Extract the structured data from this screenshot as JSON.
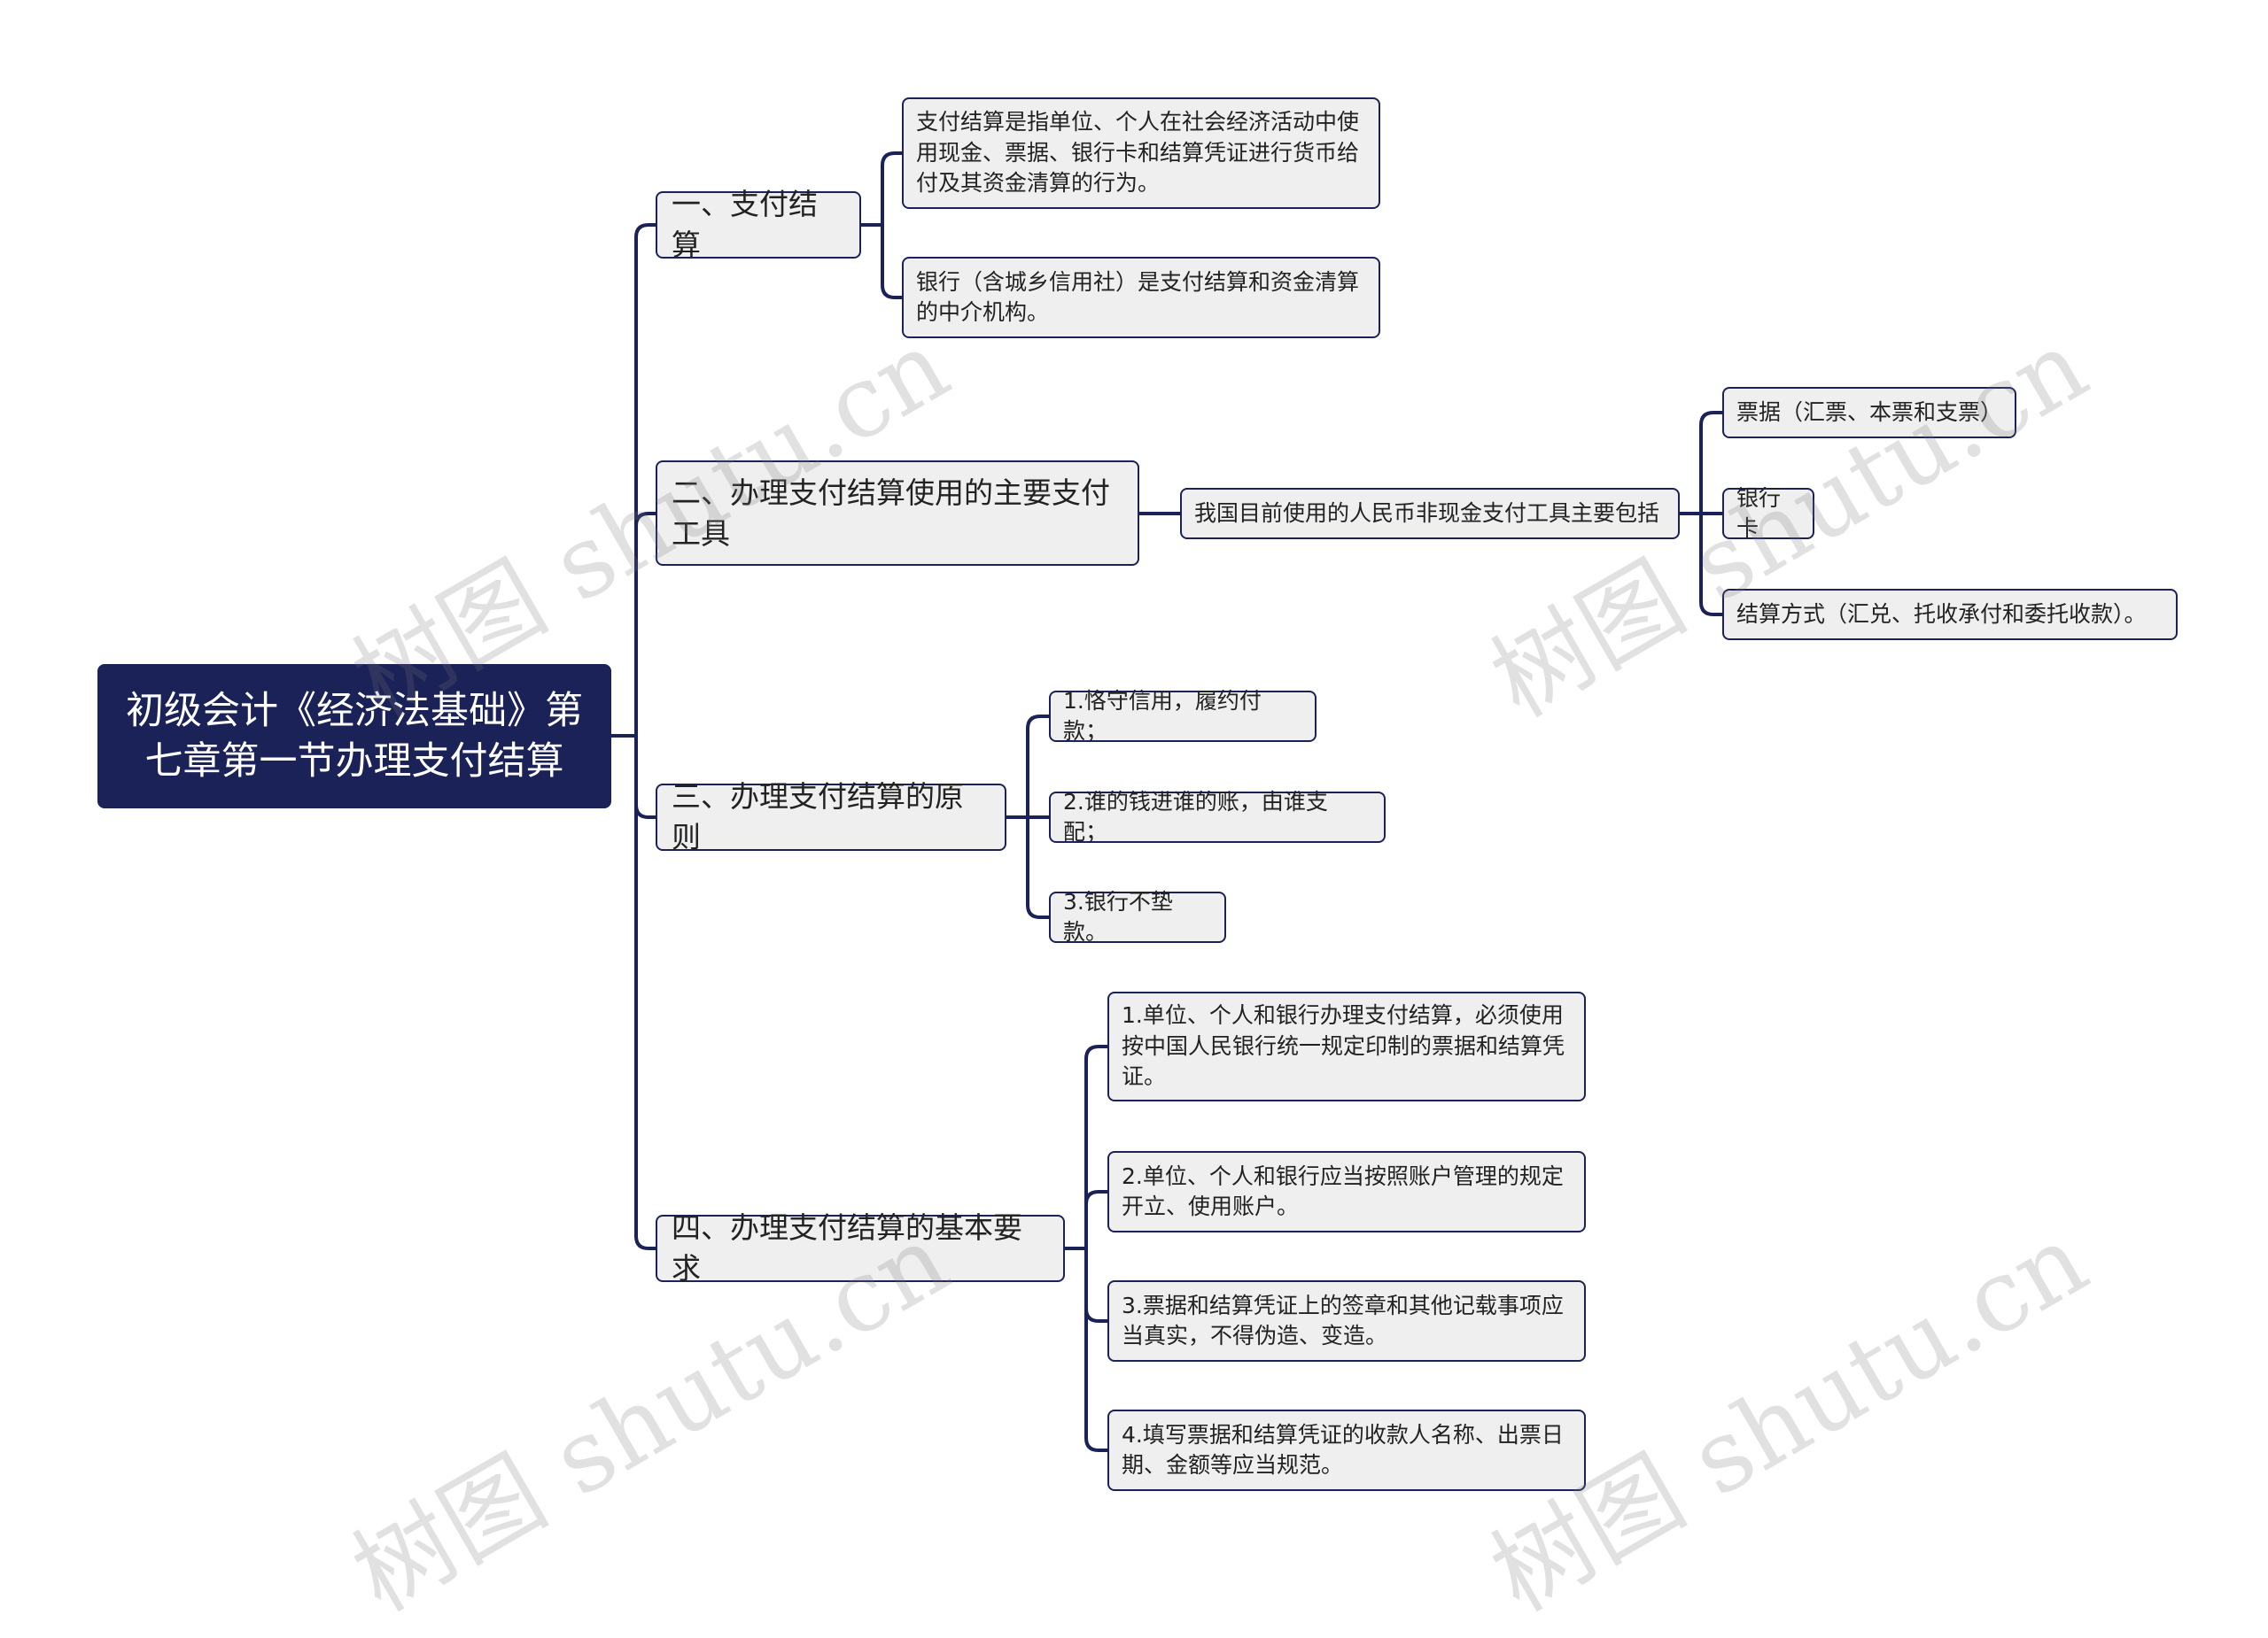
{
  "root": {
    "title": "初级会计《经济法基础》第七章第一节办理支付结算"
  },
  "branches": [
    {
      "label": "一、支付结算",
      "children": [
        {
          "label": "支付结算是指单位、个人在社会经济活动中使用现金、票据、银行卡和结算凭证进行货币给付及其资金清算的行为。"
        },
        {
          "label": "银行（含城乡信用社）是支付结算和资金清算的中介机构。"
        }
      ]
    },
    {
      "label": "二、办理支付结算使用的主要支付工具",
      "children": [
        {
          "label": "我国目前使用的人民币非现金支付工具主要包括",
          "children": [
            {
              "label": "票据（汇票、本票和支票）"
            },
            {
              "label": "银行卡"
            },
            {
              "label": "结算方式（汇兑、托收承付和委托收款）。"
            }
          ]
        }
      ]
    },
    {
      "label": "三、办理支付结算的原则",
      "children": [
        {
          "label": "1.恪守信用，履约付款；"
        },
        {
          "label": "2.谁的钱进谁的账，由谁支配；"
        },
        {
          "label": "3.银行不垫款。"
        }
      ]
    },
    {
      "label": "四、办理支付结算的基本要求",
      "children": [
        {
          "label": "1.单位、个人和银行办理支付结算，必须使用按中国人民银行统一规定印制的票据和结算凭证。"
        },
        {
          "label": "2.单位、个人和银行应当按照账户管理的规定开立、使用账户。"
        },
        {
          "label": "3.票据和结算凭证上的签章和其他记载事项应当真实，不得伪造、变造。"
        },
        {
          "label": "4.填写票据和结算凭证的收款人名称、出票日期、金额等应当规范。"
        }
      ]
    }
  ],
  "watermark": {
    "text": "树图 shutu.cn"
  },
  "colors": {
    "line": "#1b2258",
    "root_bg": "#1b2258",
    "node_bg": "#efefef",
    "node_border": "#1b2258"
  }
}
